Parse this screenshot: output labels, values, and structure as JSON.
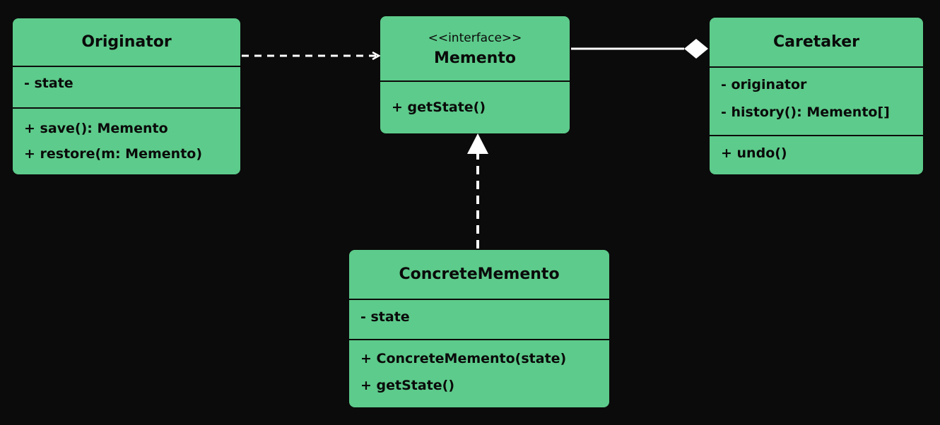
{
  "classes": {
    "originator": {
      "name": "Originator",
      "attributes": [
        "- state"
      ],
      "methods": [
        "+ save(): Memento",
        "+ restore(m: Memento)"
      ]
    },
    "memento": {
      "stereotype": "<<interface>>",
      "name": "Memento",
      "methods": [
        "+ getState()"
      ]
    },
    "caretaker": {
      "name": "Caretaker",
      "attributes": [
        "- originator",
        "- history(): Memento[]"
      ],
      "methods": [
        "+ undo()"
      ]
    },
    "concrete_memento": {
      "name": "ConcreteMemento",
      "attributes": [
        "- state"
      ],
      "methods": [
        "+ ConcreteMemento(state)",
        "+ getState()"
      ]
    }
  },
  "relationships": [
    {
      "from": "Originator",
      "to": "Memento",
      "type": "dependency"
    },
    {
      "from": "Memento",
      "to": "Caretaker",
      "type": "aggregation"
    },
    {
      "from": "ConcreteMemento",
      "to": "Memento",
      "type": "realization"
    }
  ],
  "colors": {
    "background": "#0b0b0b",
    "class_fill": "#5dcb8b",
    "connector": "#ffffff",
    "text": "#0a0a0a"
  }
}
